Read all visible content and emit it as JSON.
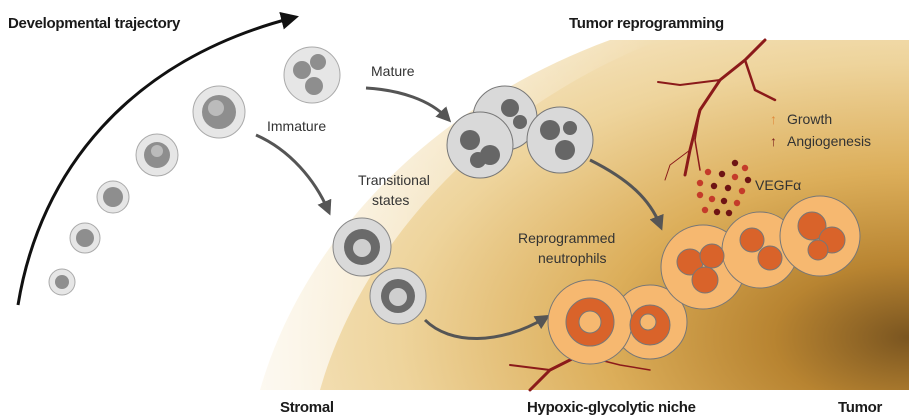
{
  "headers": {
    "developmental": "Developmental trajectory",
    "tumor_reprogramming": "Tumor reprogramming"
  },
  "labels": {
    "mature": "Mature",
    "immature": "Immature",
    "transitional_1": "Transitional",
    "transitional_2": "states",
    "reprogrammed_1": "Reprogrammed",
    "reprogrammed_2": "neutrophils",
    "growth": "Growth",
    "angiogenesis": "Angiogenesis",
    "vegf": "VEGFα",
    "up_arrow": "↑"
  },
  "footer": {
    "stromal": "Stromal",
    "niche": "Hypoxic-glycolytic niche",
    "tumor": "Tumor"
  },
  "colors": {
    "growth_arrow": "#e08a3c",
    "angio_arrow": "#7a1a1a",
    "vessel": "#8b1a1a",
    "reprogrammed_cell": "#f6b870",
    "reprogrammed_nucleus": "#d9632a",
    "normal_cell": "#d9d9d9",
    "normal_nucleus": "#6a6a6a"
  }
}
